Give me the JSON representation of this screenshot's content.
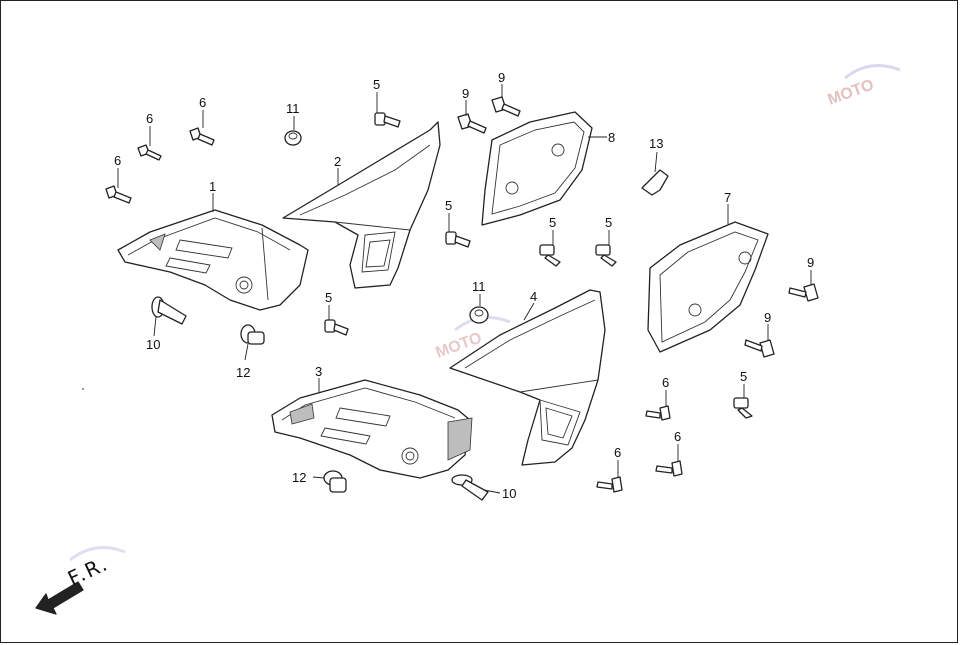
{
  "diagram": {
    "callouts": {
      "c1": "1",
      "c2": "2",
      "c3": "3",
      "c4": "4",
      "c5a": "5",
      "c5b": "5",
      "c5c": "5",
      "c5d": "5",
      "c5e": "5",
      "c5f": "5",
      "c6a": "6",
      "c6b": "6",
      "c6c": "6",
      "c6d": "6",
      "c6e": "6",
      "c6f": "6",
      "c7": "7",
      "c8": "8",
      "c9a": "9",
      "c9b": "9",
      "c9c": "9",
      "c9d": "9",
      "c10a": "10",
      "c10b": "10",
      "c11a": "11",
      "c11b": "11",
      "c12a": "12",
      "c12b": "12",
      "c13": "13"
    },
    "front_indicator": "F.R.",
    "watermark": "MOTO",
    "colors": {
      "line": "#222222",
      "shade": "#bdbdbd",
      "watermark": "#d9a6a6",
      "background": "#ffffff"
    }
  }
}
